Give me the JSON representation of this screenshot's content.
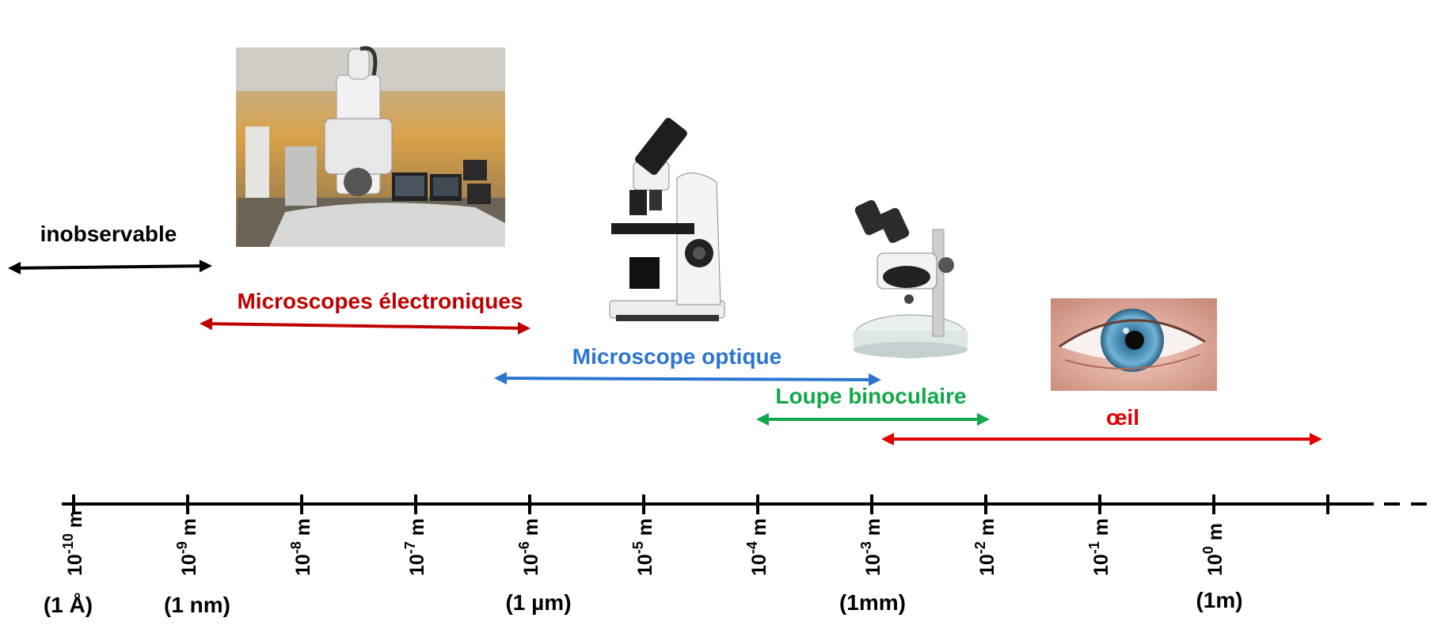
{
  "ranges": [
    {
      "label": "inobservable",
      "color": "#000000"
    },
    {
      "label": "Microscopes électroniques",
      "color": "#c00000"
    },
    {
      "label": "Microscope optique",
      "color": "#2e75d0"
    },
    {
      "label": "Loupe binoculaire",
      "color": "#12a84a"
    },
    {
      "label": "œil",
      "color": "#e00000"
    }
  ],
  "axis": {
    "ticks": [
      {
        "exp": "-10",
        "unit": "m"
      },
      {
        "exp": "-9",
        "unit": "m"
      },
      {
        "exp": "-8",
        "unit": "m"
      },
      {
        "exp": "-7",
        "unit": "m"
      },
      {
        "exp": "-6",
        "unit": "m"
      },
      {
        "exp": "-5",
        "unit": "m"
      },
      {
        "exp": "-4",
        "unit": "m"
      },
      {
        "exp": "-3",
        "unit": "m"
      },
      {
        "exp": "-2",
        "unit": "m"
      },
      {
        "exp": "-1",
        "unit": "m"
      },
      {
        "exp": "0",
        "unit": "m"
      }
    ],
    "equivalents": [
      {
        "text": "(1 Å)"
      },
      {
        "text": "(1 nm)"
      },
      {
        "text": "(1 µm)"
      },
      {
        "text": "(1mm)"
      },
      {
        "text": "(1m)"
      }
    ]
  },
  "colors": {
    "axis": "#000000"
  },
  "images": [
    {
      "icon": "electron-microscope-icon"
    },
    {
      "icon": "optical-microscope-icon"
    },
    {
      "icon": "binocular-loupe-icon"
    },
    {
      "icon": "eye-icon"
    }
  ]
}
